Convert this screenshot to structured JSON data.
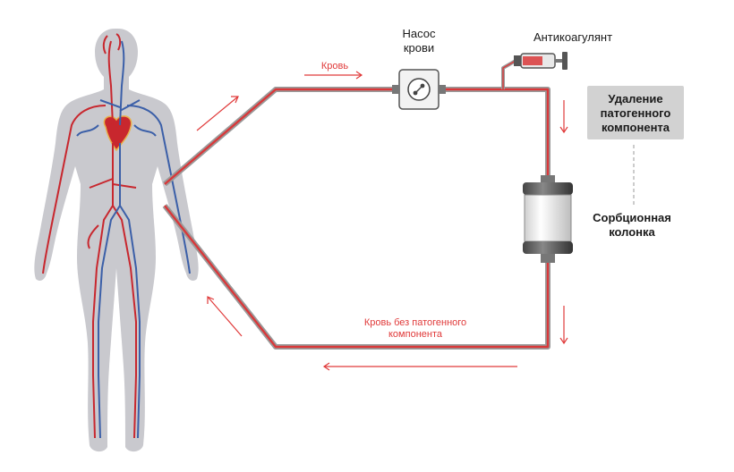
{
  "labels": {
    "pump_line1": "Насос",
    "pump_line2": "крови",
    "anticoagulant": "Антикоагулянт",
    "removal_line1": "Удаление",
    "removal_line2": "патогенного",
    "removal_line3": "компонента",
    "column_line1": "Сорбционная",
    "column_line2": "колонка",
    "blood": "Кровь",
    "return_line1": "Кровь без патогенного",
    "return_line2": "компонента"
  },
  "colors": {
    "tube_red": "#d9383a",
    "tube_gray": "#9a9a9a",
    "arrow_red": "#e03a3a",
    "body_gray": "#c9c9ce",
    "artery_red": "#c8272e",
    "vein_blue": "#3b5fa8",
    "removal_box": "#d2d2d2"
  },
  "icons": [
    "human-circulatory-figure",
    "pump-icon",
    "syringe-icon",
    "sorbent-column-icon",
    "flow-arrow"
  ]
}
